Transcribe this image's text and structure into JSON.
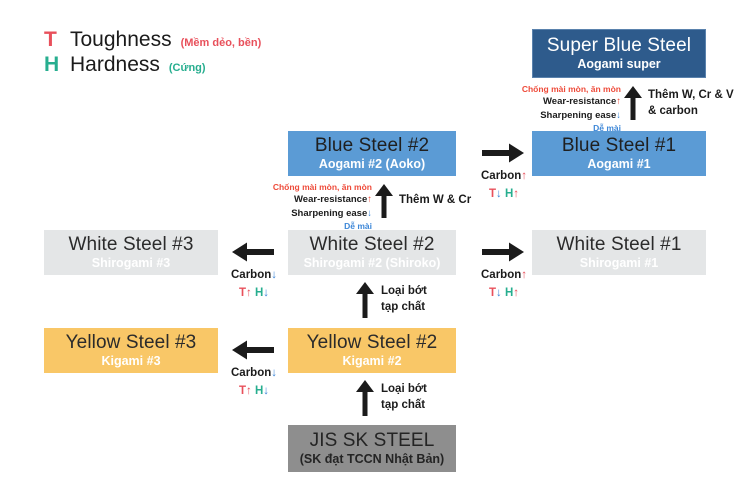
{
  "legend": {
    "rows": [
      {
        "key": "T",
        "word": "Toughness",
        "vn": "(Mềm dẻo, bền)"
      },
      {
        "key": "H",
        "word": "Hardness",
        "vn": "(Cứng)"
      }
    ]
  },
  "colors": {
    "toughness": "#e8505b",
    "hardness": "#27ae8f",
    "increase_arrow": "#ee4b3a",
    "decrease_arrow": "#3d87d8",
    "blue_steel": "#5b9bd5",
    "super_blue_steel": "#2e5b8c",
    "white_steel": "#e4e6e7",
    "yellow_steel": "#f9c767",
    "jis_sk_steel": "#8e8e8e"
  },
  "nodes": {
    "super_blue_steel": {
      "title": "Super Blue Steel",
      "sub": "Aogami super"
    },
    "blue_steel_2": {
      "title": "Blue Steel #2",
      "sub": "Aogami #2 (Aoko)"
    },
    "blue_steel_1": {
      "title": "Blue Steel #1",
      "sub": "Aogami #1"
    },
    "white_steel_3": {
      "title": "White Steel #3",
      "sub": "Shirogami #3"
    },
    "white_steel_2": {
      "title": "White Steel #2",
      "sub": "Shirogami #2 (Shiroko)"
    },
    "white_steel_1": {
      "title": "White Steel #1",
      "sub": "Shirogami #1"
    },
    "yellow_steel_3": {
      "title": "Yellow Steel #3",
      "sub": "Kigami #3"
    },
    "yellow_steel_2": {
      "title": "Yellow Steel #2",
      "sub": "Kigami #2"
    },
    "jis_sk_steel": {
      "title": "JIS SK STEEL",
      "sub": "(SK đạt TCCN Nhật Bản)"
    }
  },
  "arrow_labels": {
    "blue_carbon_up": {
      "line1_word": "Carbon",
      "line1_arrow": "↑",
      "t": "T",
      "t_arrow": "↓",
      "h": "H",
      "h_arrow": "↑"
    },
    "white_carbon_down": {
      "line1_word": "Carbon",
      "line1_arrow": "↓",
      "t": "T",
      "t_arrow": "↑",
      "h": "H",
      "h_arrow": "↓"
    },
    "white_carbon_up": {
      "line1_word": "Carbon",
      "line1_arrow": "↑",
      "t": "T",
      "t_arrow": "↓",
      "h": "H",
      "h_arrow": "↑"
    },
    "yellow_carbon_down": {
      "line1_word": "Carbon",
      "line1_arrow": "↓",
      "t": "T",
      "t_arrow": "↑",
      "h": "H",
      "h_arrow": "↓"
    }
  },
  "annotations": {
    "super_blue": {
      "vn_top": "Chống mài mòn, ăn mòn",
      "en_1": "Wear-resistance",
      "en_1_arrow": "↑",
      "en_2": "Sharpening ease",
      "en_2_arrow": "↓",
      "vn_bottom": "Dễ mài",
      "add_line1": "Thêm W, Cr & V",
      "add_line2": "& carbon"
    },
    "blue": {
      "vn_top": "Chống mài mòn, ăn mòn",
      "en_1": "Wear-resistance",
      "en_1_arrow": "↑",
      "en_2": "Sharpening ease",
      "en_2_arrow": "↓",
      "vn_bottom": "Dễ mài",
      "add_line1": "Thêm W & Cr"
    },
    "purify_white": {
      "line1": "Loại bớt",
      "line2": "tạp chất"
    },
    "purify_yellow": {
      "line1": "Loại bớt",
      "line2": "tạp chất"
    }
  }
}
